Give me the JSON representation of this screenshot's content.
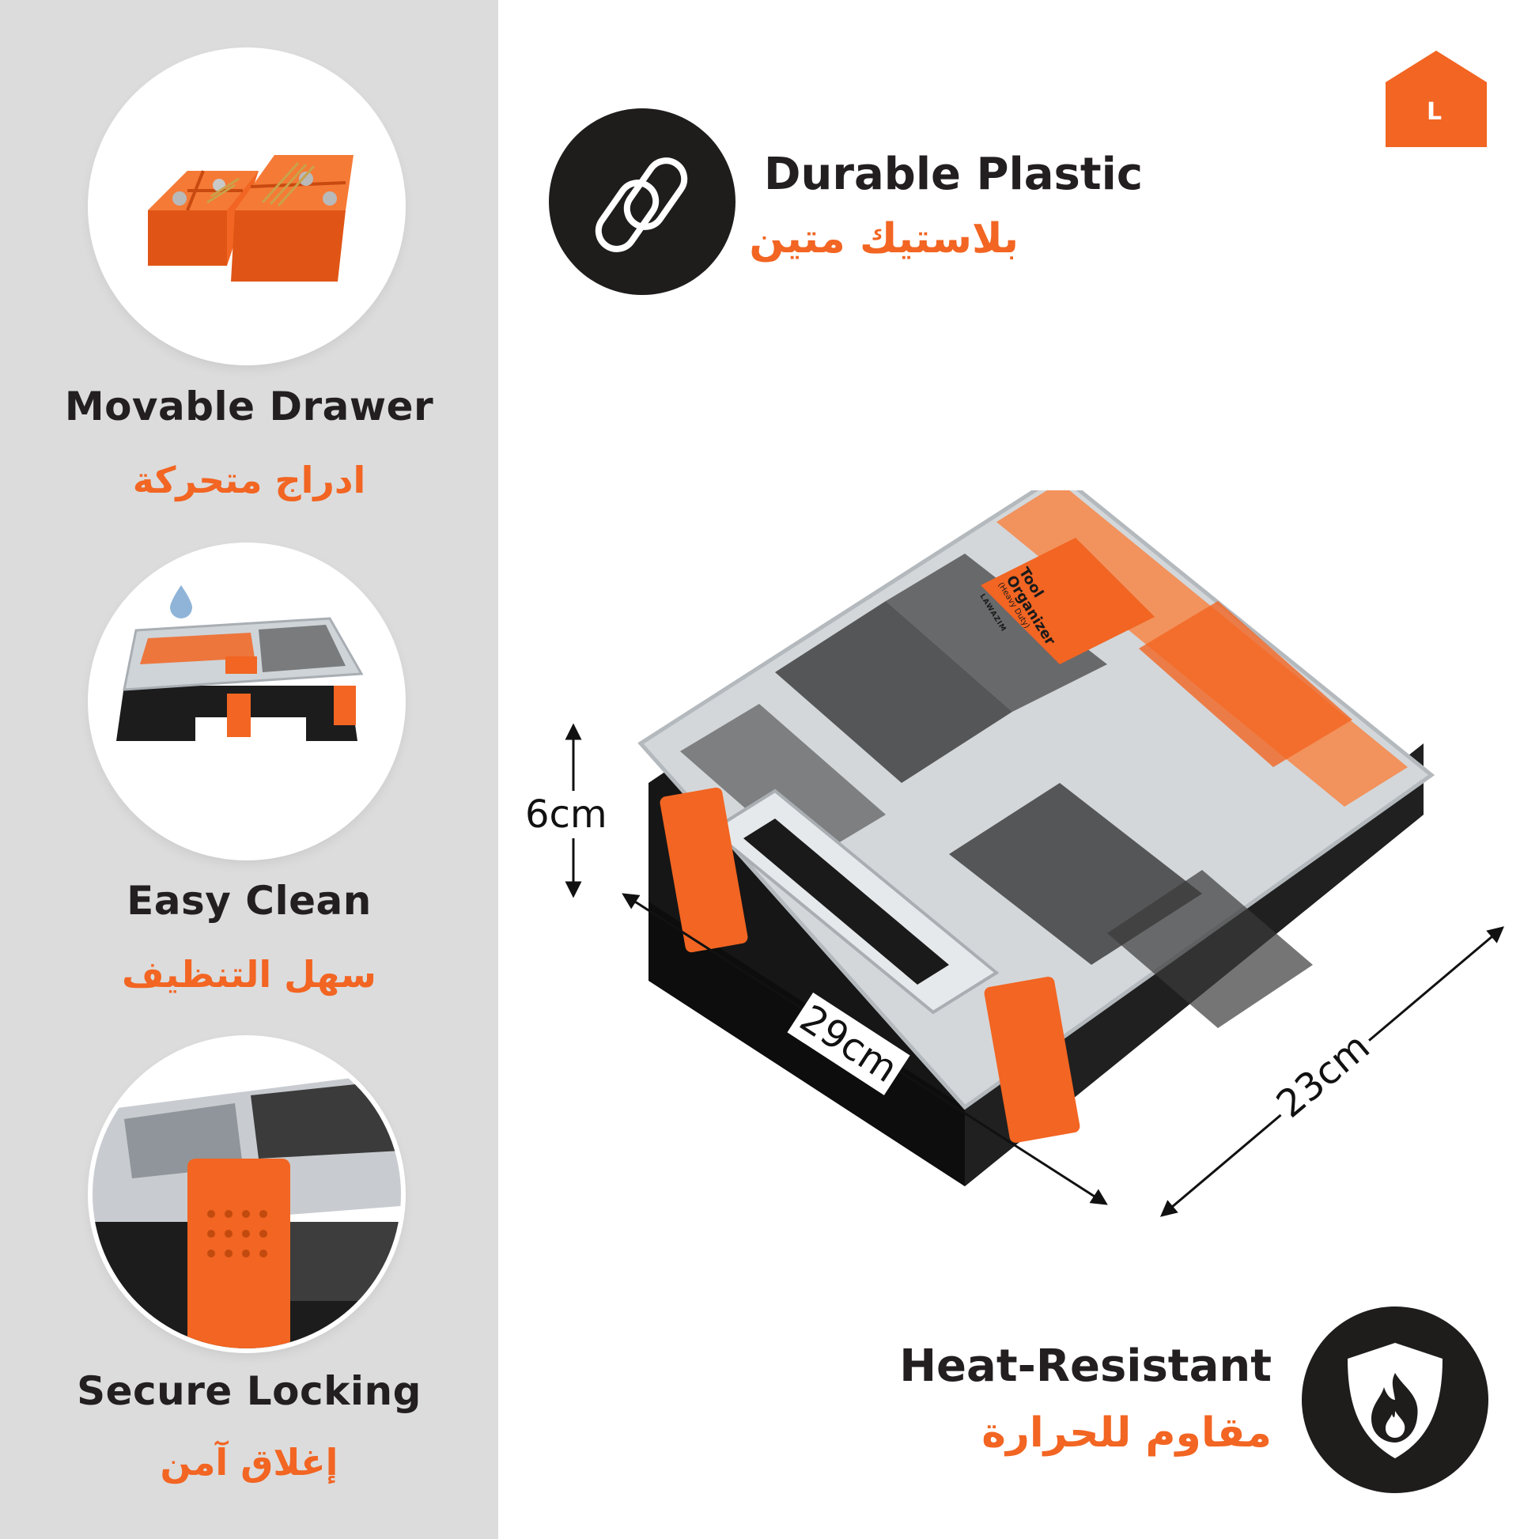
{
  "brand": {
    "logo_letter": "L",
    "accent_color": "#f26522",
    "dark_color": "#1f1c1c"
  },
  "features": [
    {
      "title_en": "Movable Drawer",
      "title_ar": "ادراج متحركة"
    },
    {
      "title_en": "Easy Clean",
      "title_ar": "سهل التنظيف"
    },
    {
      "title_en": "Secure Locking",
      "title_ar": "إغلاق آمن"
    }
  ],
  "badges": {
    "durable": {
      "title_en": "Durable Plastic",
      "title_ar": "بلاستيك متين",
      "icon": "chain-link-icon"
    },
    "heat": {
      "title_en": "Heat-Resistant",
      "title_ar": "مقاوم للحرارة",
      "icon": "fire-shield-icon"
    }
  },
  "product": {
    "label_lines": [
      "Tool",
      "Organizer",
      "(Heavy Duty)"
    ],
    "label_brand": "LAWAZIM"
  },
  "dimensions": {
    "height": "6cm",
    "length": "29cm",
    "width": "23cm"
  }
}
